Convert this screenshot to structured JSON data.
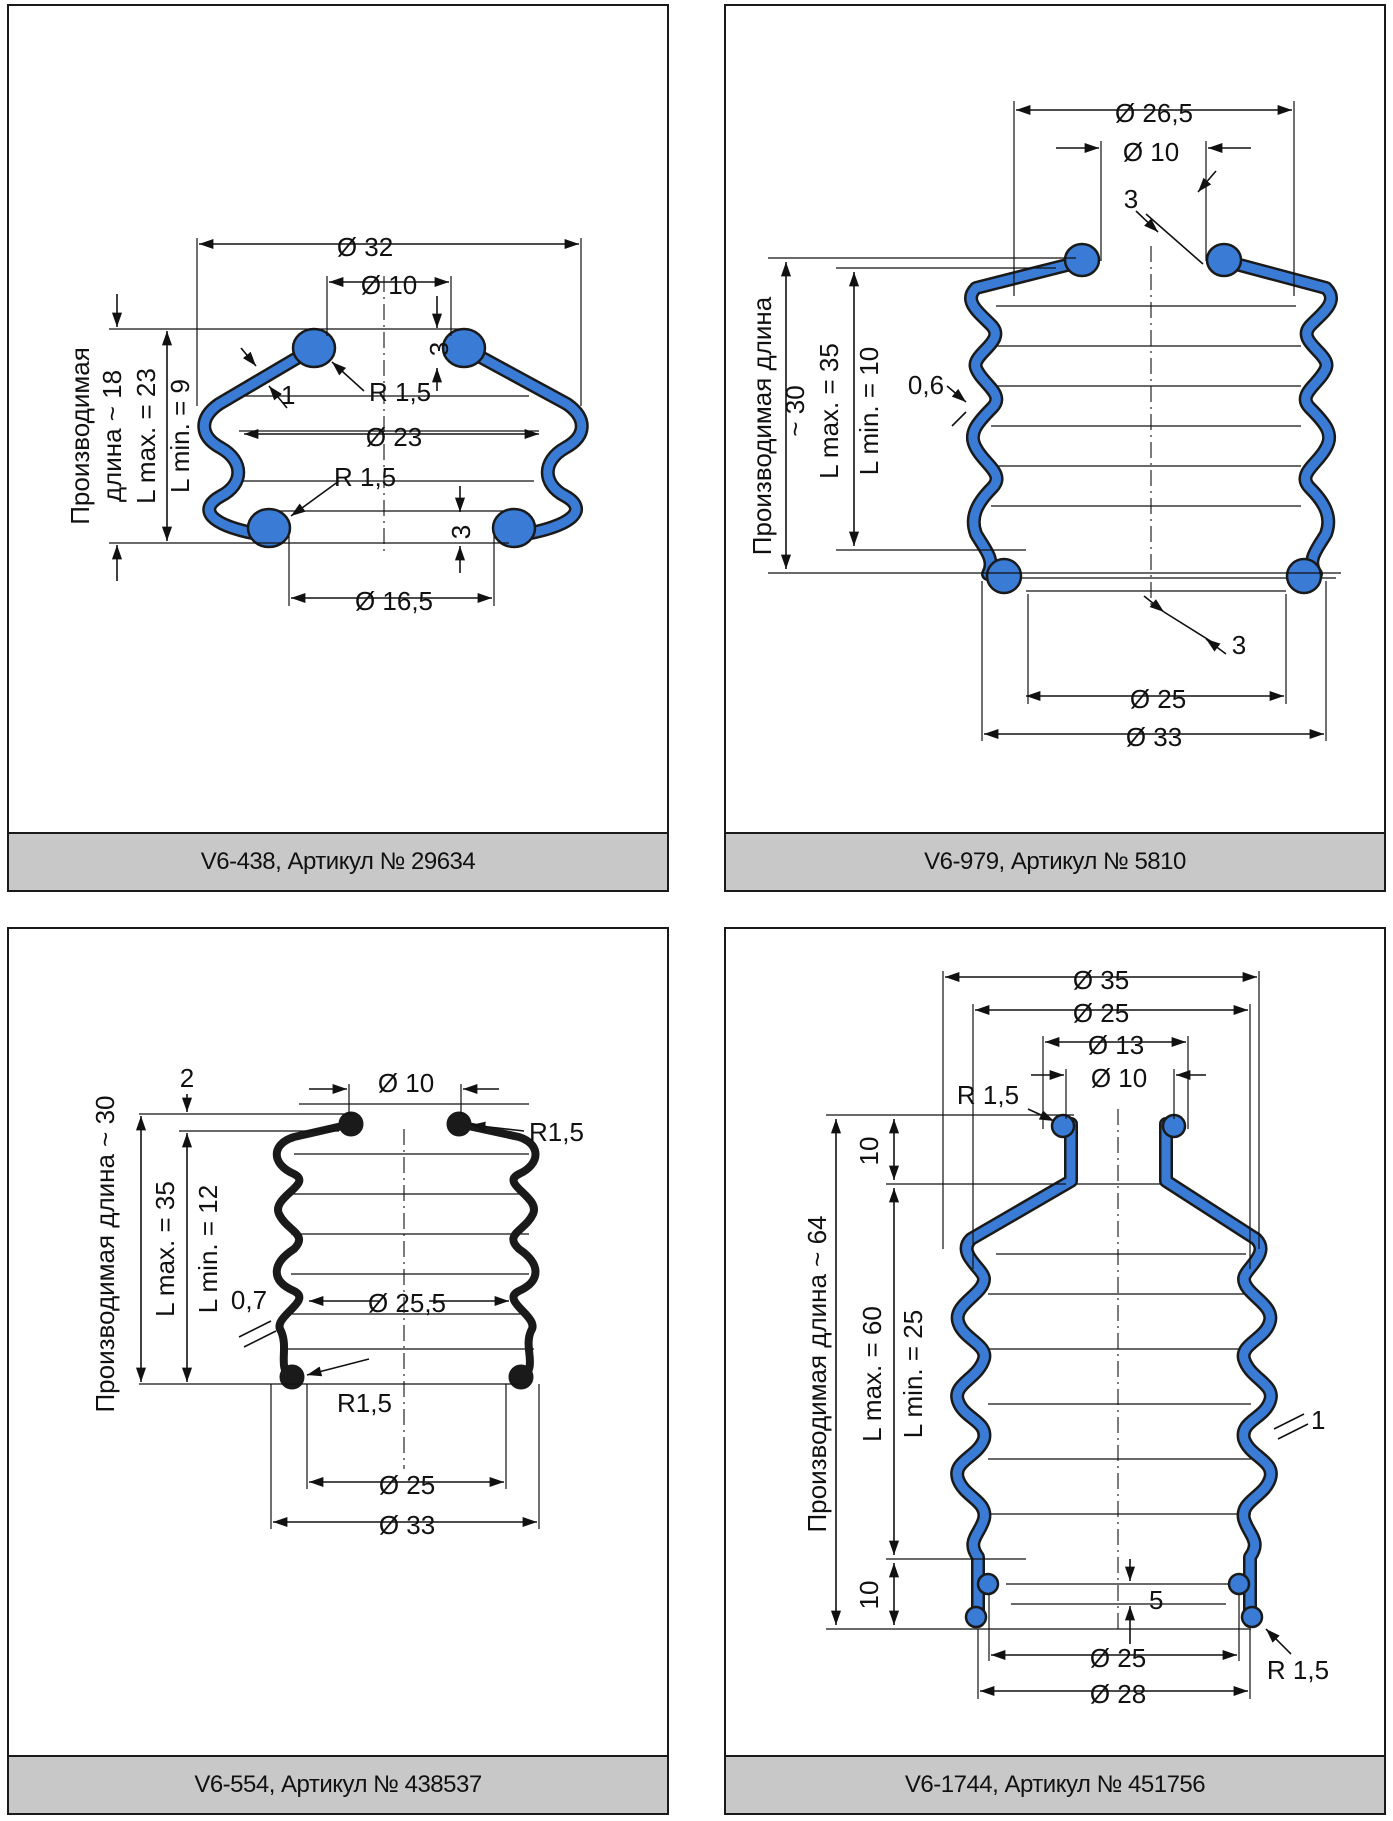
{
  "panels": [
    {
      "caption": "V6-438, Артикул № 29634",
      "labels": {
        "d_outer": "Ø 32",
        "d_top": "Ø 10",
        "d_mid": "Ø 23",
        "d_bottom": "Ø 16,5",
        "r_top": "R 1,5",
        "r_bottom": "R 1,5",
        "t_top": "3",
        "t_bottom": "3",
        "wall": "1",
        "len_line1": "Производимая",
        "len_line2": "длина ~ 18",
        "lmax": "L max. = 23",
        "lmin": "L min. = 9"
      }
    },
    {
      "caption": "V6-979, Артикул № 5810",
      "labels": {
        "d_top_outer": "Ø 26,5",
        "d_top": "Ø 10",
        "t_top": "3",
        "wall": "0,6",
        "len_line1": "Производимая длина",
        "len_line2": "~ 30",
        "lmax": "L max. = 35",
        "lmin": "L min. = 10",
        "t_bottom": "3",
        "d_bottom": "Ø 25",
        "d_outer": "Ø 33"
      }
    },
    {
      "caption": "V6-554, Артикул № 438537",
      "labels": {
        "top_t": "2",
        "d_top": "Ø 10",
        "r_top": "R1,5",
        "len": "Производимая длина ~ 30",
        "lmax": "L max. = 35",
        "lmin": "L min. = 12",
        "wall": "0,7",
        "d_mid": "Ø 25,5",
        "r_bottom": "R1,5",
        "d_bottom": "Ø 25",
        "d_outer": "Ø 33"
      }
    },
    {
      "caption": "V6-1744, Артикул № 451756",
      "labels": {
        "d1": "Ø 35",
        "d2": "Ø 25",
        "d3": "Ø 13",
        "d4": "Ø 10",
        "r_top": "R 1,5",
        "top_len": "10",
        "len": "Производимая длина ~ 64",
        "lmax": "L max. = 60",
        "lmin": "L min. = 25",
        "wall": "1",
        "bot_len": "10",
        "t_bottom": "5",
        "r_bottom": "R 1,5",
        "d_bottom": "Ø 25",
        "d_outer": "Ø 28"
      }
    }
  ],
  "colors": {
    "rubber_blue": "#3a7bd5",
    "rubber_black": "#1a1a1a",
    "caption_bg": "#c8c8c8"
  }
}
